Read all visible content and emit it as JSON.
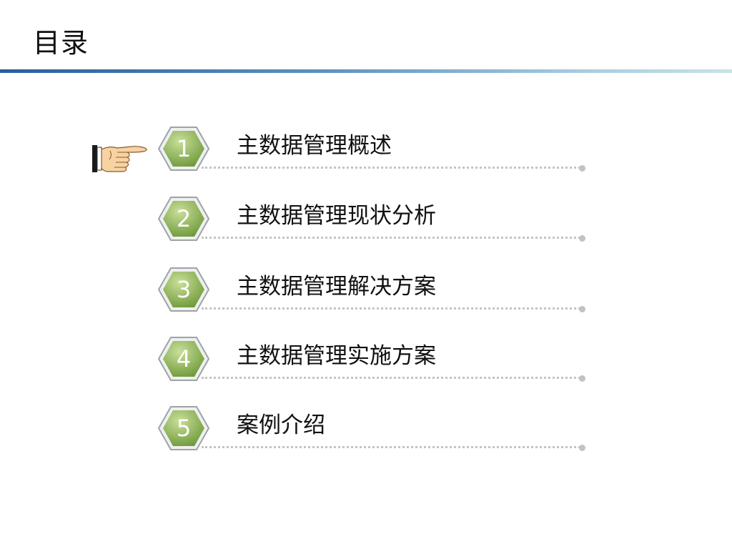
{
  "title": "目录",
  "colors": {
    "hex_fill_light": "#c9df9a",
    "hex_fill_dark": "#6f9a3a",
    "hex_border": "#9ea3a6",
    "rule_start": "#2a5d9f",
    "rule_end": "#c7e3e6"
  },
  "pointer_icon": "pointing-hand-icon",
  "active_item": 1,
  "items": [
    {
      "number": "1",
      "label": "主数据管理概述"
    },
    {
      "number": "2",
      "label": "主数据管理现状分析"
    },
    {
      "number": "3",
      "label": "主数据管理解决方案"
    },
    {
      "number": "4",
      "label": "主数据管理实施方案"
    },
    {
      "number": "5",
      "label": "案例介绍"
    }
  ]
}
